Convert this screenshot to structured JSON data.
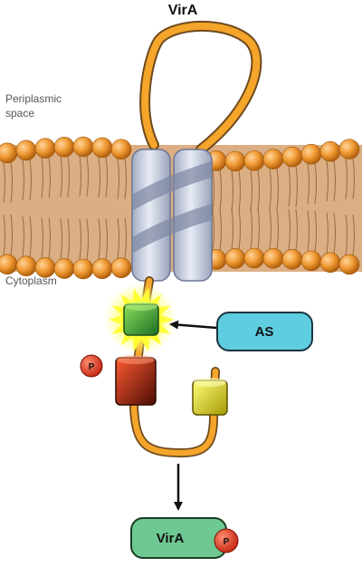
{
  "title": "VirA",
  "labels": {
    "periplasmic_line1": "Periplasmic",
    "periplasmic_line2": "space",
    "cytoplasm": "Cytoplasm"
  },
  "signal": {
    "label": "AS"
  },
  "product": {
    "label": "VirA",
    "phospho": "P"
  },
  "phospho_top": "P",
  "colors": {
    "membrane_band": "#dcae83",
    "lipid_head": "#f09a34",
    "protein_strand": "#f4a52a",
    "helix": "#c6cde0",
    "green_domain": "#3d9c3a",
    "red_domain": "#c23415",
    "yellow_domain": "#f2e615",
    "as_box": "#5fcde0",
    "product_box": "#6ec891",
    "phospho_circle": "#e2402a",
    "glow": "#ffff33"
  }
}
